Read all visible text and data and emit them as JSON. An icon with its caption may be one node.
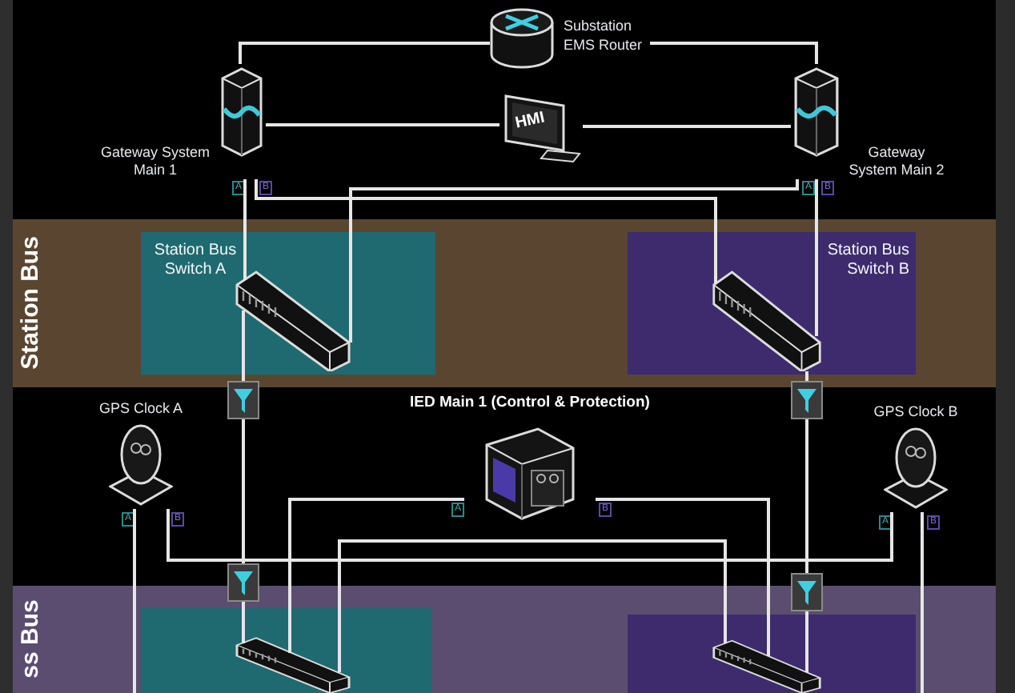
{
  "diagram": {
    "nodes": [
      {
        "text": [
          "Substation EMS Router"
        ]
      },
      {
        "text": [
          "Gateway System Main 1"
        ],
        "beside": [
          "A",
          "B"
        ]
      },
      {
        "text": [
          "HMI"
        ]
      },
      {
        "text": [
          "Gateway System Main 2"
        ],
        "beside": [
          "A",
          "B"
        ]
      },
      {
        "text": [
          "Station Bus"
        ]
      },
      {
        "text": [
          "Station Bus Switch A"
        ],
        "in": 4
      },
      {
        "text": [],
        "shape": "picture",
        "in": 5
      },
      {
        "text": [
          "Station Bus Switch B"
        ],
        "in": 4
      },
      {
        "text": [],
        "shape": "picture",
        "in": 7
      },
      {
        "text": [],
        "shape": "picture"
      },
      {
        "text": [],
        "shape": "picture"
      },
      {
        "text": [
          "GPS Clock A"
        ],
        "beside": [
          "A",
          "B"
        ]
      },
      {
        "text": [
          "IED Main 1 (Control & Protection)"
        ],
        "beside": [
          "A",
          "B"
        ]
      },
      {
        "text": [
          "GPS Clock B"
        ],
        "beside": [
          "A",
          "B"
        ]
      },
      {
        "text": [],
        "shape": "picture"
      },
      {
        "text": [],
        "shape": "picture"
      },
      {
        "text": [
          "ss Bus"
        ]
      },
      {
        "text": [],
        "shape": "box",
        "in": 16
      },
      {
        "text": [],
        "shape": "picture",
        "in": 17
      },
      {
        "text": [],
        "shape": "box",
        "in": 16
      },
      {
        "text": [],
        "shape": "picture",
        "in": 19
      }
    ],
    "edges": [
      {
        "from": 0,
        "to": 1,
        "arrow": "none"
      },
      {
        "from": 0,
        "to": 3,
        "arrow": "none"
      },
      {
        "from": 2,
        "to": 1,
        "arrow": "none"
      },
      {
        "from": 2,
        "to": 3,
        "arrow": "none"
      },
      {
        "from": 1,
        "to": 6,
        "arrow": "none"
      },
      {
        "from": 1,
        "to": 8,
        "arrow": "none"
      },
      {
        "from": 3,
        "to": 6,
        "arrow": "none"
      },
      {
        "from": 3,
        "to": 8,
        "arrow": "none"
      },
      {
        "from": 6,
        "to": 9,
        "arrow": "none"
      },
      {
        "from": 8,
        "to": 10,
        "arrow": "none"
      },
      {
        "from": 9,
        "to": 14,
        "arrow": "none"
      },
      {
        "from": 10,
        "to": 15,
        "arrow": "none"
      },
      {
        "from": 14,
        "to": 18,
        "arrow": "none"
      },
      {
        "from": 15,
        "to": 20,
        "arrow": "none"
      },
      {
        "from": 11,
        "to": 13,
        "arrow": "none"
      },
      {
        "from": 11,
        "to": 16,
        "arrow": "none"
      },
      {
        "from": 13,
        "to": 16,
        "arrow": "none"
      },
      {
        "from": 12,
        "to": 18,
        "arrow": "none"
      },
      {
        "from": 12,
        "to": 20,
        "arrow": "none"
      },
      {
        "from": 18,
        "to": 20,
        "arrow": "none"
      }
    ]
  }
}
